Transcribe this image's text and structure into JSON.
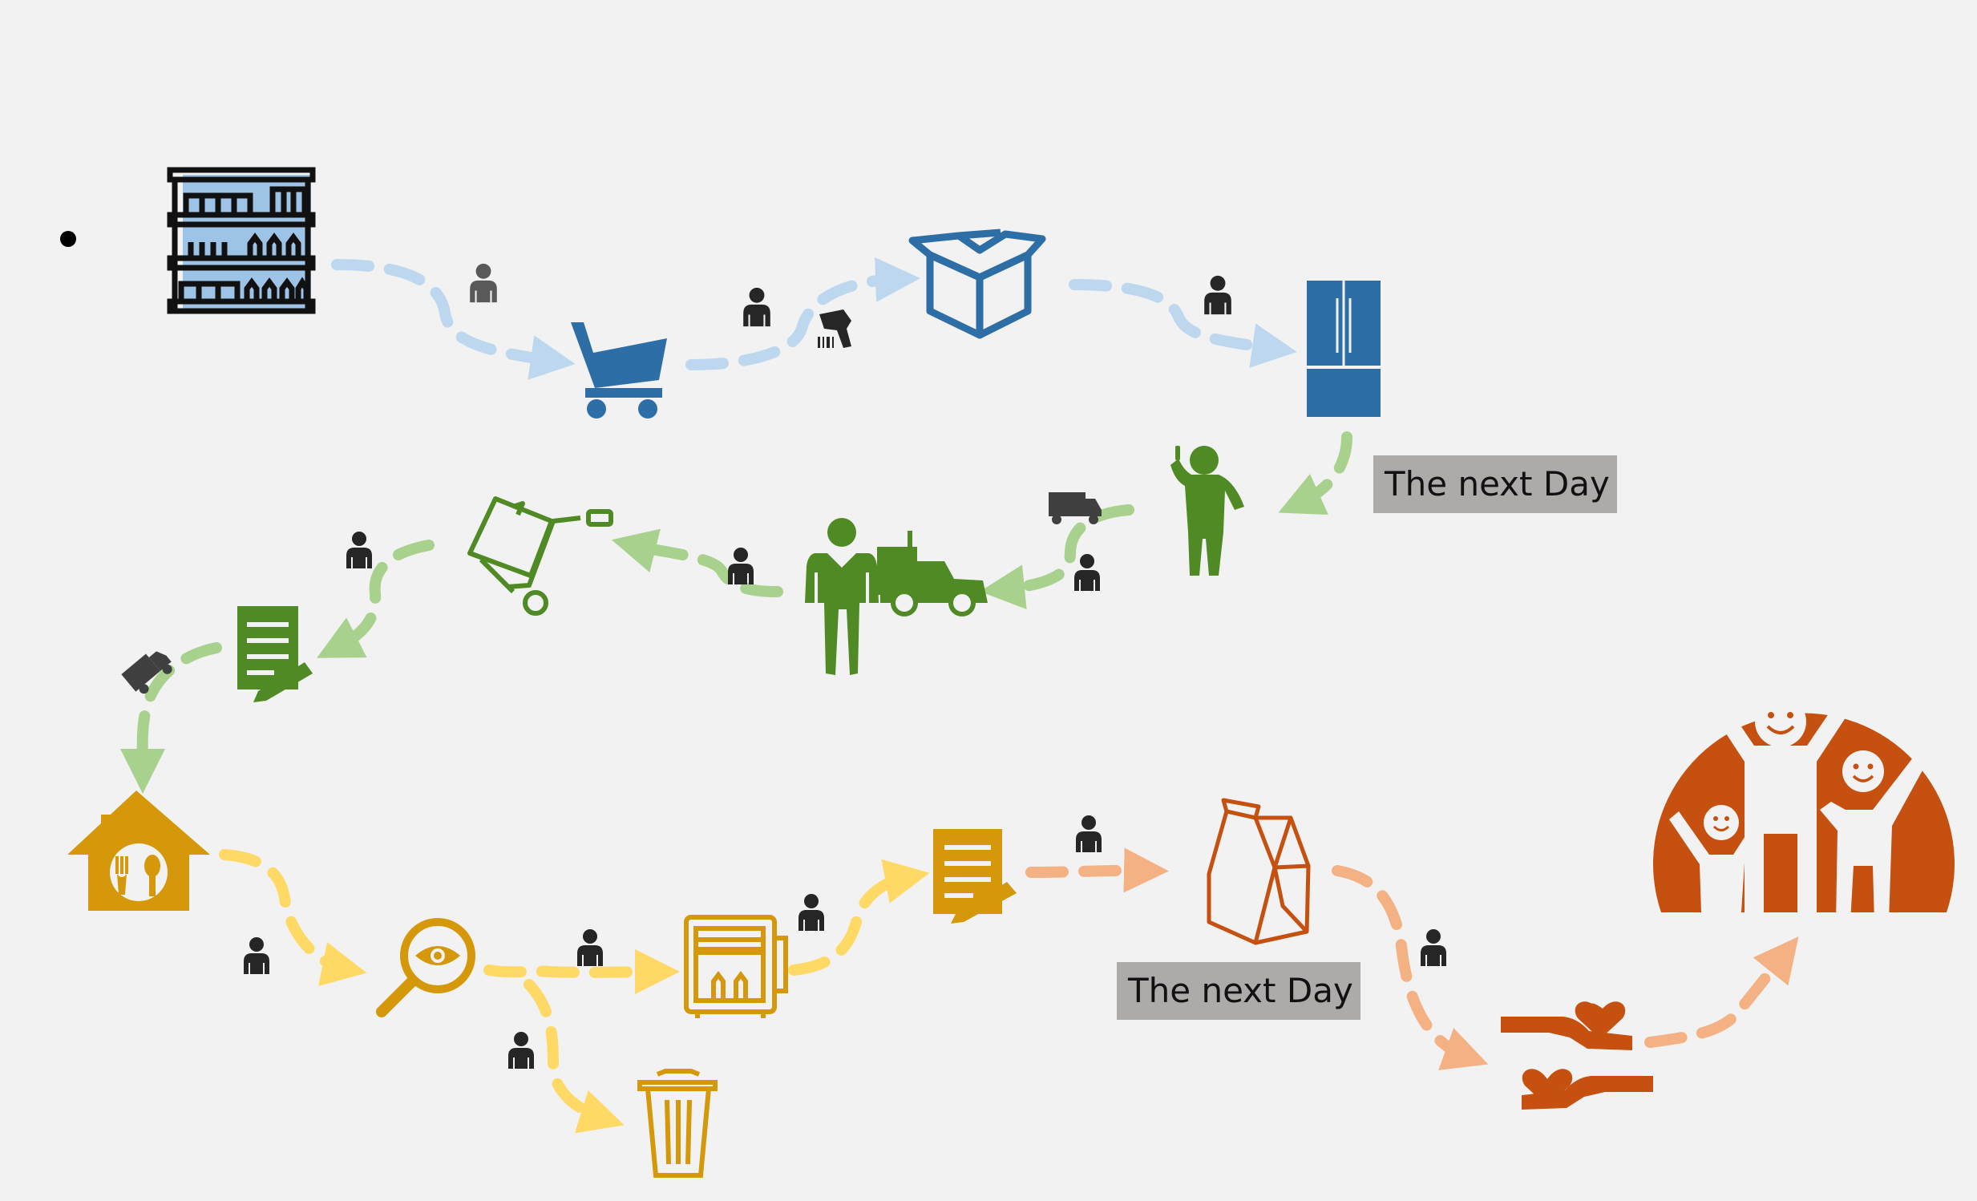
{
  "labels": {
    "next_day_1": "The next Day",
    "next_day_2": "The next Day"
  },
  "colors": {
    "background": "#f2f2f2",
    "stage1_icon": "#2e6ea6",
    "stage1_arrow": "#bdd7ee",
    "stage2_icon": "#4f8a24",
    "stage2_arrow": "#a9d18e",
    "stage3_icon": "#d4980a",
    "stage3_arrow": "#ffd966",
    "stage4_icon": "#c5500f",
    "stage4_arrow": "#f4b183",
    "person": "#262626",
    "label_box": "#aeaaaa"
  },
  "icons": [
    "bullet-dot",
    "store-shelves-icon",
    "shopping-cart-icon",
    "barcode-scanner-icon",
    "open-box-icon",
    "refrigerator-icon",
    "phone-call-person-icon",
    "delivery-truck-icon",
    "delivery-worker-truck-icon",
    "hand-truck-box-icon",
    "form-document-icon",
    "restaurant-house-icon",
    "magnifier-eye-icon",
    "trash-bin-icon",
    "storage-fridge-icon",
    "form-document-icon",
    "paper-bag-icon",
    "giving-hands-hearts-icon",
    "happy-family-icon",
    "person-icon"
  ]
}
